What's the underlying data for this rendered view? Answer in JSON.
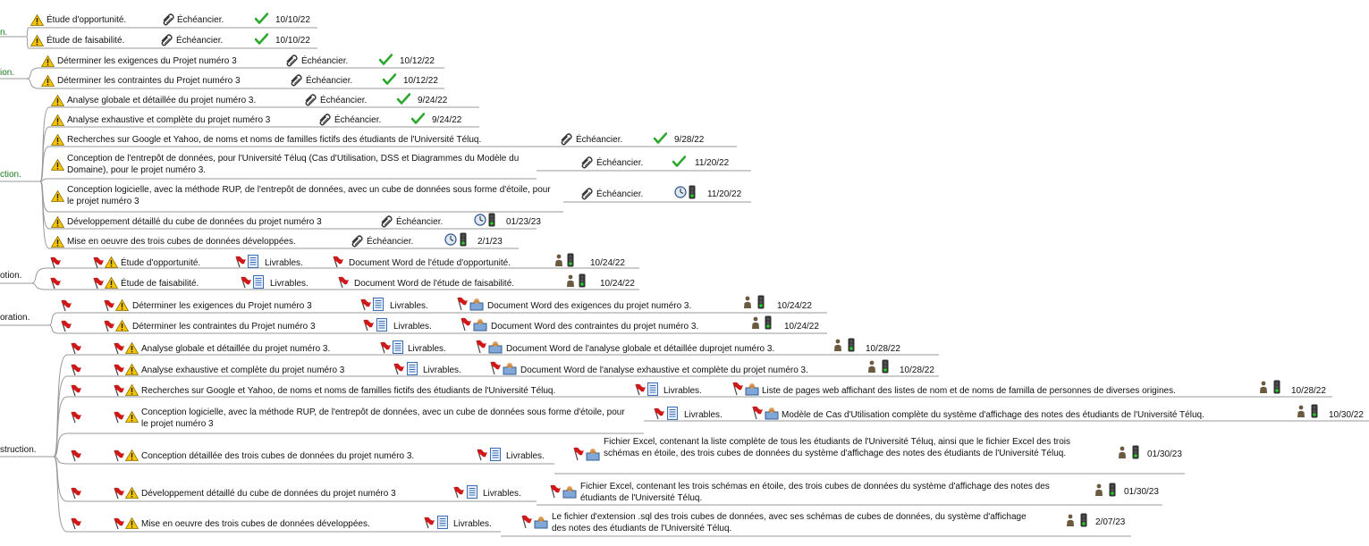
{
  "colors": {
    "warning": "#f5c400",
    "check": "#2ea82e",
    "flag": "#d01818",
    "connector": "#999999",
    "branch_text": "#1a7a1a"
  },
  "icons": {
    "warning": "warning-icon",
    "check": "checkmark-icon",
    "clip": "paperclip-icon",
    "flag": "red-flag-icon",
    "doc": "document-list-icon",
    "clock": "clock-icon",
    "traffic": "traffic-light-icon",
    "person": "person-icon",
    "deliverable": "deliverable-icon"
  },
  "branches": [
    "n.",
    "ion.",
    "ction.",
    "otion.",
    "oration.",
    "struction."
  ],
  "schedule": [
    {
      "task": "Étude d'opportunité.",
      "res": "Échéancier.",
      "date": "10/10/22"
    },
    {
      "task": "Étude de faisabilité.",
      "res": "Échéancier.",
      "date": "10/10/22"
    },
    {
      "task": "Déterminer les exigences du Projet numéro 3",
      "res": "Échéancier.",
      "date": "10/12/22"
    },
    {
      "task": "Déterminer les contraintes du Projet numéro 3",
      "res": "Échéancier.",
      "date": "10/12/22"
    },
    {
      "task": "Analyse globale et détaillée du projet numéro 3.",
      "res": "Échéancier.",
      "date": "9/24/22"
    },
    {
      "task": "Analyse exhaustive et complète du projet numéro 3",
      "res": "Échéancier.",
      "date": "9/24/22"
    },
    {
      "task": "Recherches sur Google et Yahoo, de noms et noms de familles fictifs des étudiants de l'Université Téluq.",
      "res": "Échéancier.",
      "date": "9/28/22"
    },
    {
      "task": "Conception de l'entrepôt de données, pour l'Université Téluq (Cas d'Utilisation, DSS et Diagrammes du Modèle du Domaine), pour le projet numéro 3.",
      "res": "Échéancier.",
      "date": "11/20/22"
    },
    {
      "task": "Conception logicielle, avec la méthode RUP, de l'entrepôt de données, avec un cube de données sous forme d'étoile, pour le projet numéro 3",
      "res": "Échéancier.",
      "date": "11/20/22"
    },
    {
      "task": "Développement détaillé du cube de données du projet numéro 3",
      "res": "Échéancier.",
      "date": "01/23/23"
    },
    {
      "task": "Mise en oeuvre des trois cubes de données développées.",
      "res": "Échéancier.",
      "date": "2/1/23"
    }
  ],
  "deliverables": [
    {
      "task": "Étude d'opportunité.",
      "res": "Livrables.",
      "doc": "Document Word de l'étude d'opportunité.",
      "date": "10/24/22"
    },
    {
      "task": "Étude de faisabilité.",
      "res": "Livrables.",
      "doc": "Document Word de l'étude de faisabilité.",
      "date": "10/24/22"
    },
    {
      "task": "Déterminer les exigences du Projet numéro 3",
      "res": "Livrables.",
      "doc": "Document Word des exigences du projet numéro 3.",
      "date": "10/24/22"
    },
    {
      "task": "Déterminer les contraintes du Projet numéro 3",
      "res": "Livrables.",
      "doc": "Document Word des contraintes du projet numéro 3.",
      "date": "10/24/22"
    },
    {
      "task": "Analyse globale et détaillée du projet numéro 3.",
      "res": "Livrables.",
      "doc": "Document Word de l'analyse globale et détaillée duprojet numéro 3.",
      "date": "10/28/22"
    },
    {
      "task": "Analyse exhaustive et complète du projet numéro 3",
      "res": "Livrables.",
      "doc": "Document Word de l'analyse exhaustive et complète du projet numéro 3.",
      "date": "10/28/22"
    },
    {
      "task": "Recherches sur Google et Yahoo, de noms et noms de familles fictifs des étudiants de l'Université Téluq.",
      "res": "Livrables.",
      "doc": "Liste de pages web affichant des listes de nom et de noms de familla de personnes de diverses origines.",
      "date": "10/28/22"
    },
    {
      "task": "Conception logicielle, avec la méthode RUP, de l'entrepôt de données, avec un cube de données sous forme d'étoile, pour le projet numéro 3",
      "res": "Livrables.",
      "doc": "Modèle de Cas d'Utilisation complète du système d'affichage des notes des étudiants de l'Université Téluq.",
      "date": "10/30/22"
    },
    {
      "task": "Conception détaillée des trois cubes de données du projet numéro 3.",
      "res": "Livrables.",
      "doc": "Fichier Excel, contenant la liste complète de tous les étudiants de l'Université Téluq, ainsi que le fichier Excel des trois schémas en étoile, des trois cubes de données du système d'affichage des notes des étudiants de l'Université Téluq.",
      "date": "01/30/23"
    },
    {
      "task": "Développement détaillé du cube de données du projet numéro 3",
      "res": "Livrables.",
      "doc": "Fichier Excel, contenant les trois schémas en étoile, des trois cubes de données du système d'affichage des notes des étudiants de l'Université Téluq.",
      "date": "01/30/23"
    },
    {
      "task": "Mise en oeuvre des trois cubes de données développées.",
      "res": "Livrables.",
      "doc": "Le fichier d'extension .sql des trois cubes de données, avec ses schémas de cubes de données, du système d'affichage des notes des étudiants de l'Université Téluq.",
      "date": "2/07/23"
    }
  ]
}
